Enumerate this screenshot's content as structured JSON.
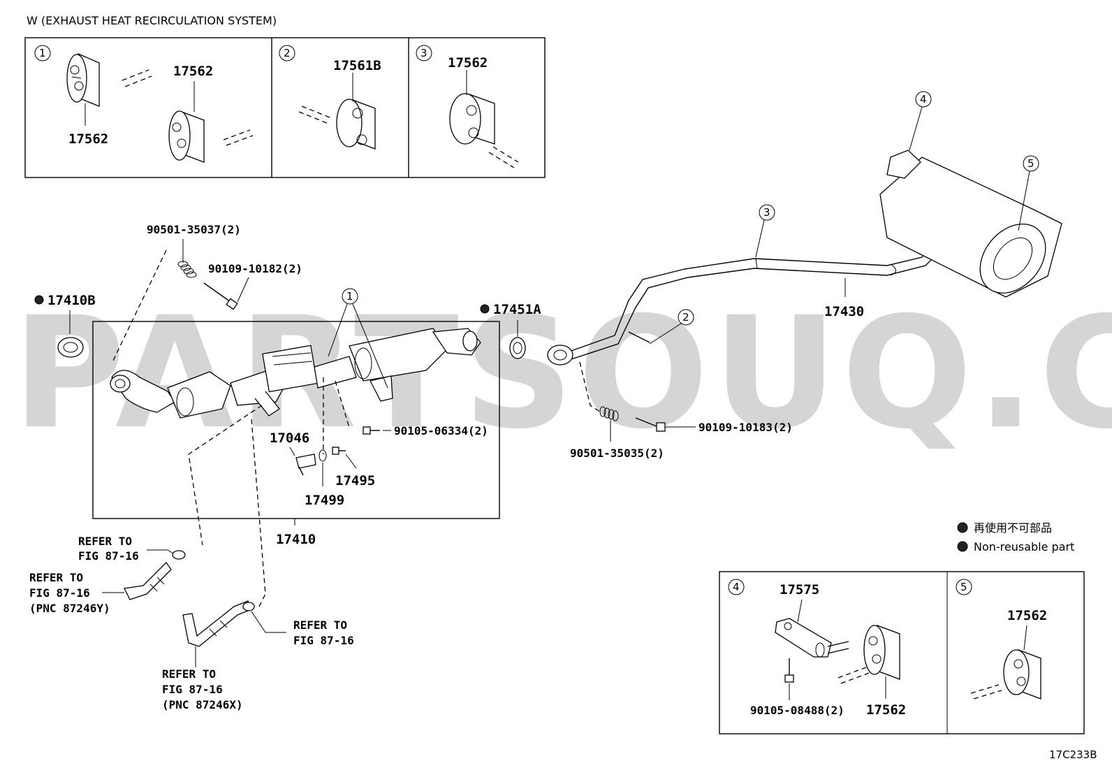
{
  "title": "W (EXHAUST HEAT RECIRCULATION SYSTEM)",
  "watermark": "PARTSOUQ.COM",
  "figure_code": "17C233B",
  "inset_top": [
    {
      "num": "1",
      "labels": [
        "17562",
        "17562"
      ]
    },
    {
      "num": "2",
      "labels": [
        "17561B"
      ]
    },
    {
      "num": "3",
      "labels": [
        "17562"
      ]
    }
  ],
  "inset_bottom": [
    {
      "num": "4",
      "labels": [
        "17575",
        "90105-08488(2)",
        "17562"
      ]
    },
    {
      "num": "5",
      "labels": [
        "17562"
      ]
    }
  ],
  "legend": {
    "jp": "再使用不可部品",
    "en": "Non-reusable part"
  },
  "parts": {
    "p90501_35037": "90501-35037(2)",
    "p90109_10182": "90109-10182(2)",
    "p17410B": "17410B",
    "p17451A": "17451A",
    "p90105_06334": "90105-06334(2)",
    "p17046": "17046",
    "p17495": "17495",
    "p17499": "17499",
    "p17410": "17410",
    "p17430": "17430",
    "p90109_10183": "90109-10183(2)",
    "p90501_35035": "90501-35035(2)"
  },
  "callouts": [
    "1",
    "2",
    "3",
    "4",
    "5"
  ],
  "refer": {
    "r1": [
      "REFER TO",
      "FIG 87-16"
    ],
    "r2": [
      "REFER TO",
      "FIG 87-16",
      "(PNC 87246Y)"
    ],
    "r3": [
      "REFER TO",
      "FIG 87-16"
    ],
    "r4": [
      "REFER TO",
      "FIG 87-16",
      "(PNC 87246X)"
    ]
  }
}
